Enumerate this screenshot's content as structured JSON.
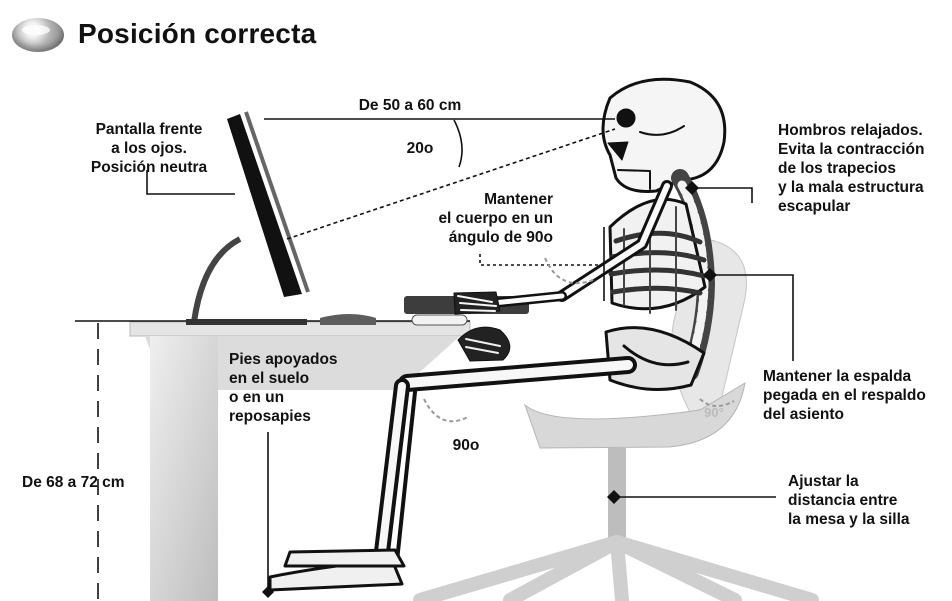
{
  "title": "Posición correcta",
  "labels": {
    "distance_screen": "De 50 a 60 cm",
    "angle_gaze": "20o",
    "screen_position": "Pantalla frente\na los ojos.\nPosición neutra",
    "shoulders": "Hombros relajados.\nEvita la contracción\nde los trapecios\ny la mala estructura\nescapular",
    "body_angle": "Mantener\nel cuerpo en un\nángulo de 90o",
    "feet": "Pies apoyados\nen el suelo\no en un\nreposapies",
    "back": "Mantener la espalda\npegada en el respaldo\ndel asiento",
    "desk_height": "De 68 a 72 cm",
    "knee_angle": "90o",
    "hip_angle": "90°",
    "chair_distance": "Ajustar la\ndistancia entre\nla mesa y la silla"
  },
  "colors": {
    "ink": "#111111",
    "bone": "#f3f3f3",
    "shadow": "#bdbdbd",
    "dark": "#555555",
    "chair": "#d9d9d9"
  }
}
